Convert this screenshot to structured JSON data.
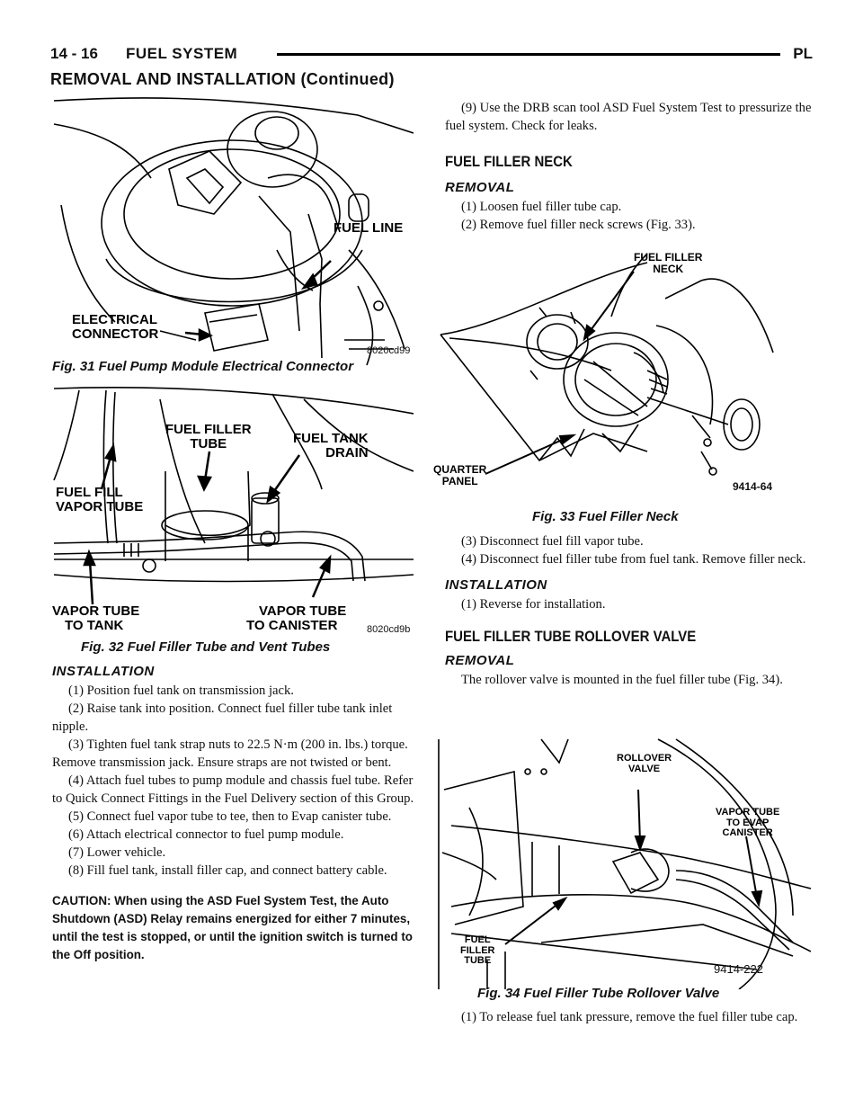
{
  "header": {
    "page_number": "14 - 16",
    "section": "FUEL SYSTEM",
    "model": "PL"
  },
  "continued_title": "REMOVAL AND INSTALLATION (Continued)",
  "fig31": {
    "labels": {
      "fuel_line": "FUEL LINE",
      "electrical_connector": [
        "ELECTRICAL",
        "CONNECTOR"
      ]
    },
    "code": "8020cd99",
    "caption": "Fig. 31 Fuel Pump Module Electrical Connector"
  },
  "fig32": {
    "labels": {
      "fuel_filler_tube": [
        "FUEL FILLER",
        "TUBE"
      ],
      "fuel_tank_drain": [
        "FUEL TANK",
        "DRAIN"
      ],
      "fuel_fill_vapor_tube": [
        "FUEL FILL",
        "VAPOR TUBE"
      ],
      "vapor_tube_to_tank": [
        "VAPOR TUBE",
        "TO TANK"
      ],
      "vapor_tube_to_canister": [
        "VAPOR TUBE",
        "TO CANISTER"
      ]
    },
    "code": "8020cd9b",
    "caption": "Fig. 32 Fuel Filler Tube and Vent Tubes"
  },
  "left_column": {
    "installation_heading": "INSTALLATION",
    "steps": [
      "(1) Position fuel tank on transmission jack.",
      "(2) Raise tank into position. Connect fuel filler tube tank inlet nipple.",
      "(3) Tighten fuel tank strap nuts to 22.5 N·m (200 in. lbs.) torque. Remove transmission jack. Ensure straps are not twisted or bent.",
      "(4) Attach fuel tubes to pump module and chassis fuel tube. Refer to Quick Connect Fittings in the Fuel Delivery section of this Group.",
      "(5) Connect fuel vapor tube to tee, then to Evap canister tube.",
      "(6) Attach electrical connector to fuel pump module.",
      "(7) Lower vehicle.",
      "(8) Fill fuel tank, install filler cap, and connect battery cable."
    ],
    "caution": "CAUTION: When using the ASD Fuel System Test, the Auto Shutdown (ASD) Relay remains energized for either 7 minutes, until the test is stopped, or until the ignition switch is turned to the Off position."
  },
  "right_column": {
    "step9": "(9) Use the DRB scan tool ASD Fuel System Test to pressurize the fuel system. Check for leaks.",
    "neck_heading": "FUEL FILLER NECK",
    "removal_heading": "REMOVAL",
    "neck_removal_steps": [
      "(1) Loosen fuel filler tube cap.",
      "(2) Remove fuel filler neck screws (Fig. 33)."
    ],
    "neck_removal_steps_after": [
      "(3) Disconnect fuel fill vapor tube.",
      "(4) Disconnect fuel filler tube from fuel tank. Remove filler neck."
    ],
    "installation_heading": "INSTALLATION",
    "neck_install": "(1) Reverse for installation.",
    "valve_heading": "FUEL FILLER TUBE ROLLOVER VALVE",
    "valve_removal_heading": "REMOVAL",
    "valve_text": "The rollover valve is mounted in the fuel filler tube (Fig. 34).",
    "valve_step1": "(1) To release fuel tank pressure, remove the fuel filler tube cap."
  },
  "fig33": {
    "labels": {
      "fuel_filler_neck": [
        "FUEL FILLER",
        "NECK"
      ],
      "quarter_panel": [
        "QUARTER",
        "PANEL"
      ]
    },
    "code": "9414-64",
    "caption": "Fig. 33 Fuel Filler Neck"
  },
  "fig34": {
    "labels": {
      "rollover_valve": [
        "ROLLOVER",
        "VALVE"
      ],
      "vapor_tube_to_evap": [
        "VAPOR TUBE",
        "TO EVAP",
        "CANISTER"
      ],
      "fuel_filler_tube": [
        "FUEL",
        "FILLER",
        "TUBE"
      ]
    },
    "code": "9414-222",
    "caption": "Fig. 34 Fuel Filler Tube Rollover Valve"
  }
}
